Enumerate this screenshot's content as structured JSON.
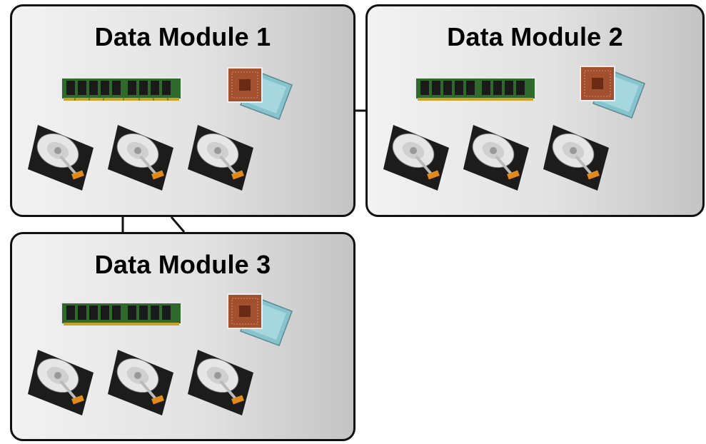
{
  "modules": [
    {
      "title": "Data Module 1"
    },
    {
      "title": "Data Module 2"
    },
    {
      "title": "Data Module 3"
    }
  ],
  "icons": {
    "memory": "ram-module-icon",
    "processor": "cpu-chip-icon",
    "storage": "hard-drive-icon"
  },
  "colors": {
    "border": "#111111",
    "panel_light": "#f2f2f2",
    "panel_dark": "#c4c4c4",
    "ram_pcb": "#2f6a2c",
    "cpu_die": "#a3502e",
    "cpu_back": "#86c3cc"
  }
}
